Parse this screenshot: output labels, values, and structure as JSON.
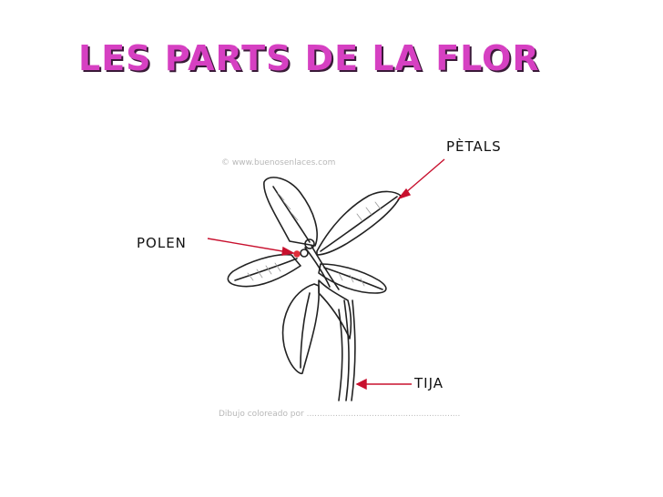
{
  "title": "LES PARTS DE LA FLOR",
  "labels": {
    "petals": "PÈTALS",
    "pollen": "POLEN",
    "stem": "TIJA"
  },
  "watermark": {
    "top": "© www.buenosenlaces.com",
    "bottom": "Dibujo coloreado por ..........................................................."
  },
  "colors": {
    "title": "#d640c2",
    "title_shadow": "#3a1a38",
    "arrow": "#c8102e",
    "pollen": "#e0303a"
  },
  "icons": [
    "flower-drawing"
  ]
}
